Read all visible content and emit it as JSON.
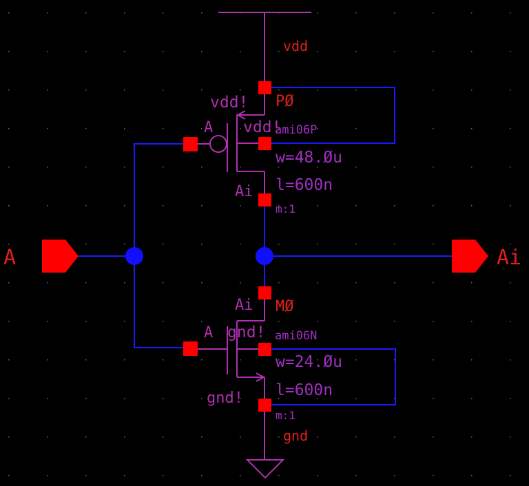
{
  "colors": {
    "background": "#000000",
    "wire": "#1a1aff",
    "device": "#b030b0",
    "pin": "#ff0000",
    "net_label": "#e0201a",
    "param_text": "#a030c0",
    "node_dot": "#1010ff",
    "grid_dot": "#6a6a6a"
  },
  "supply": {
    "vdd_label": "vdd",
    "gnd_label": "gnd"
  },
  "pins": {
    "input": {
      "name": "A",
      "icon": "input-pin-arrow-icon"
    },
    "output": {
      "name": "Ai",
      "icon": "output-pin-arrow-icon"
    }
  },
  "pmos": {
    "instance": "PØ",
    "model": "ami06P",
    "width": "w=48.Øu",
    "length": "l=600n",
    "multiplier": "m:1",
    "source_net": "vdd!",
    "bulk_net": "vdd!",
    "gate_net": "A",
    "drain_net": "Ai"
  },
  "nmos": {
    "instance": "MØ",
    "model": "ami06N",
    "width": "w=24.Øu",
    "length": "l=600n",
    "multiplier": "m:1",
    "drain_net": "Ai",
    "bulk_net": "gnd!",
    "gate_net": "A",
    "source_net": "gnd!"
  }
}
